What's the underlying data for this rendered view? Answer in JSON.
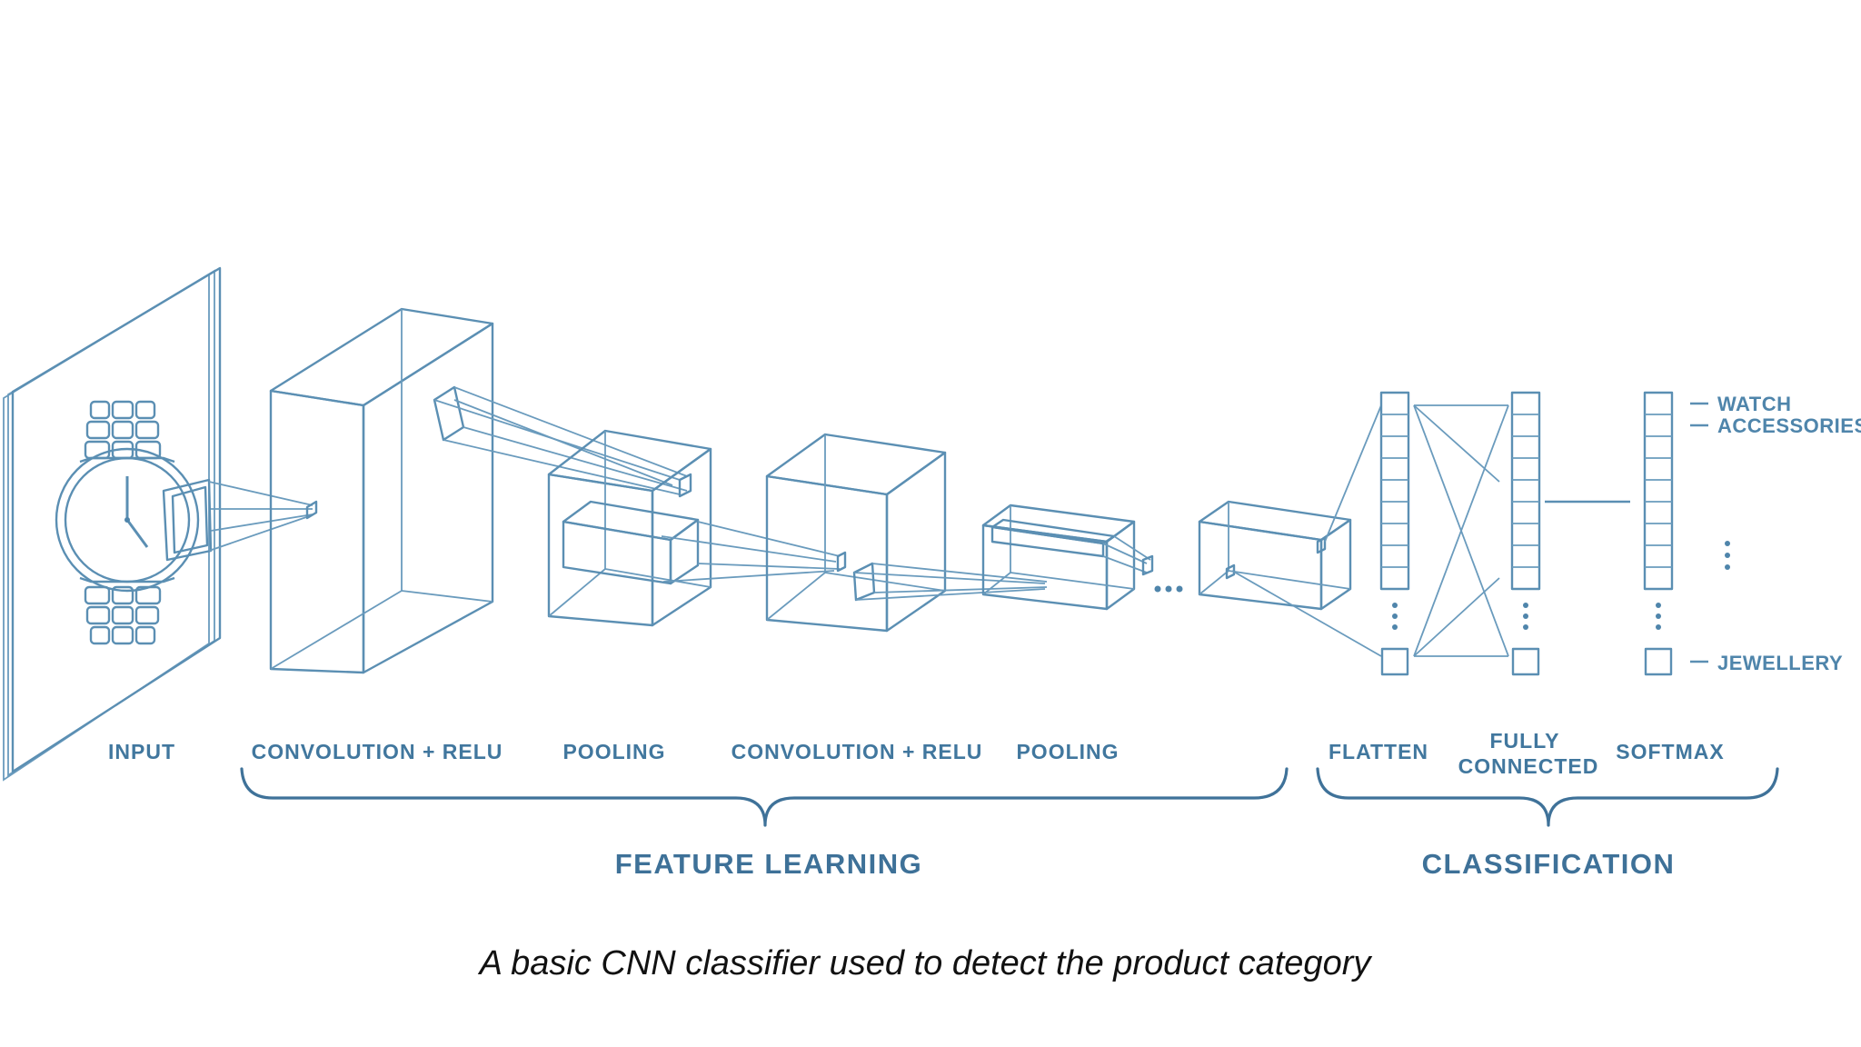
{
  "diagram": {
    "stage_labels": {
      "input": "INPUT",
      "conv1": "CONVOLUTION + RELU",
      "pool1": "POOLING",
      "conv2": "CONVOLUTION + RELU",
      "pool2": "POOLING",
      "flatten": "FLATTEN",
      "fc_line1": "FULLY",
      "fc_line2": "CONNECTED",
      "softmax": "SOFTMAX"
    },
    "groups": {
      "feature_learning": "FEATURE LEARNING",
      "classification": "CLASSIFICATION"
    },
    "outputs": [
      "WATCH",
      "ACCESSORIES",
      "JEWELLERY"
    ],
    "ellipsis": "..."
  },
  "caption": "A basic CNN classifier used to detect the product category",
  "colors": {
    "line": "#5b8fb3",
    "label": "#41779e",
    "caption": "#111111"
  }
}
